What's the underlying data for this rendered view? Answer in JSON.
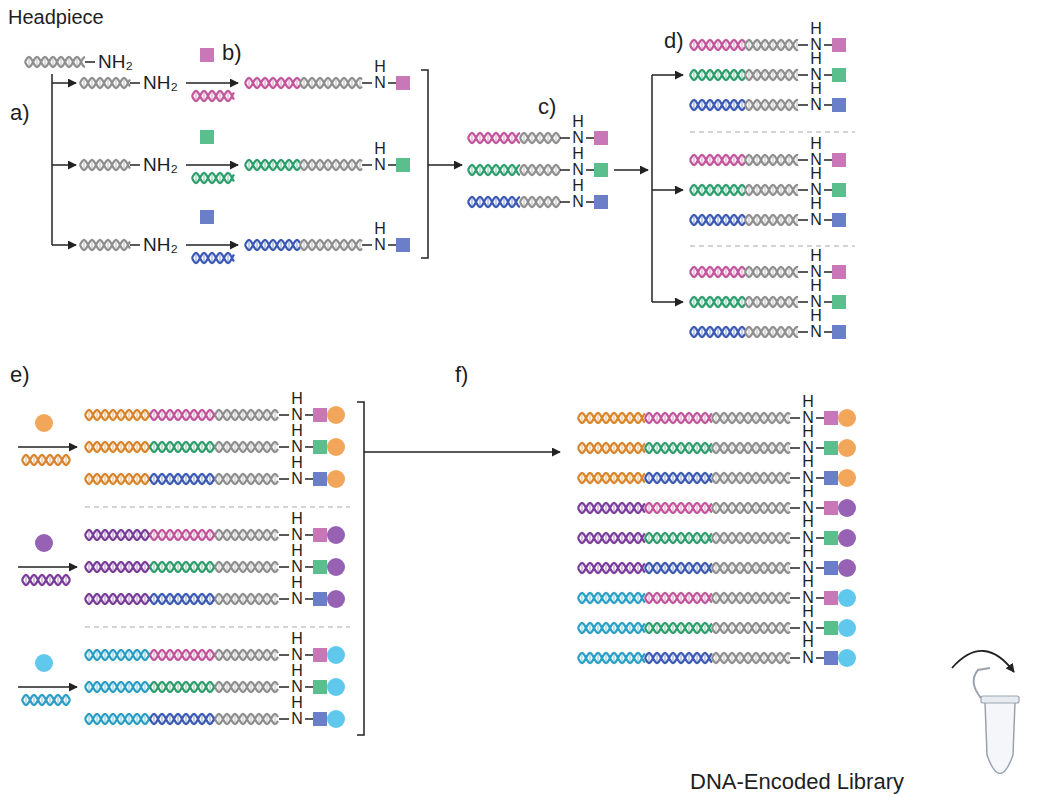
{
  "diagram": {
    "labels": [
      "Headpiece",
      "NH₂",
      "a)",
      "b)",
      "NH₂",
      "NH₂",
      "NH₂",
      "H N",
      "H N",
      "H N",
      "c)",
      "H N",
      "H N",
      "H N",
      "d)",
      "H N",
      "H N",
      "H N",
      "H N",
      "H N",
      "H N",
      "H N",
      "H N",
      "H N",
      "e)",
      "H N",
      "H N",
      "H N",
      "H N",
      "H N",
      "H N",
      "H N",
      "H N",
      "H N",
      "f)",
      "H N",
      "H N",
      "H N",
      "H N",
      "H N",
      "H N",
      "H N",
      "H N",
      "H N",
      "DNA-Encoded Library"
    ]
  }
}
